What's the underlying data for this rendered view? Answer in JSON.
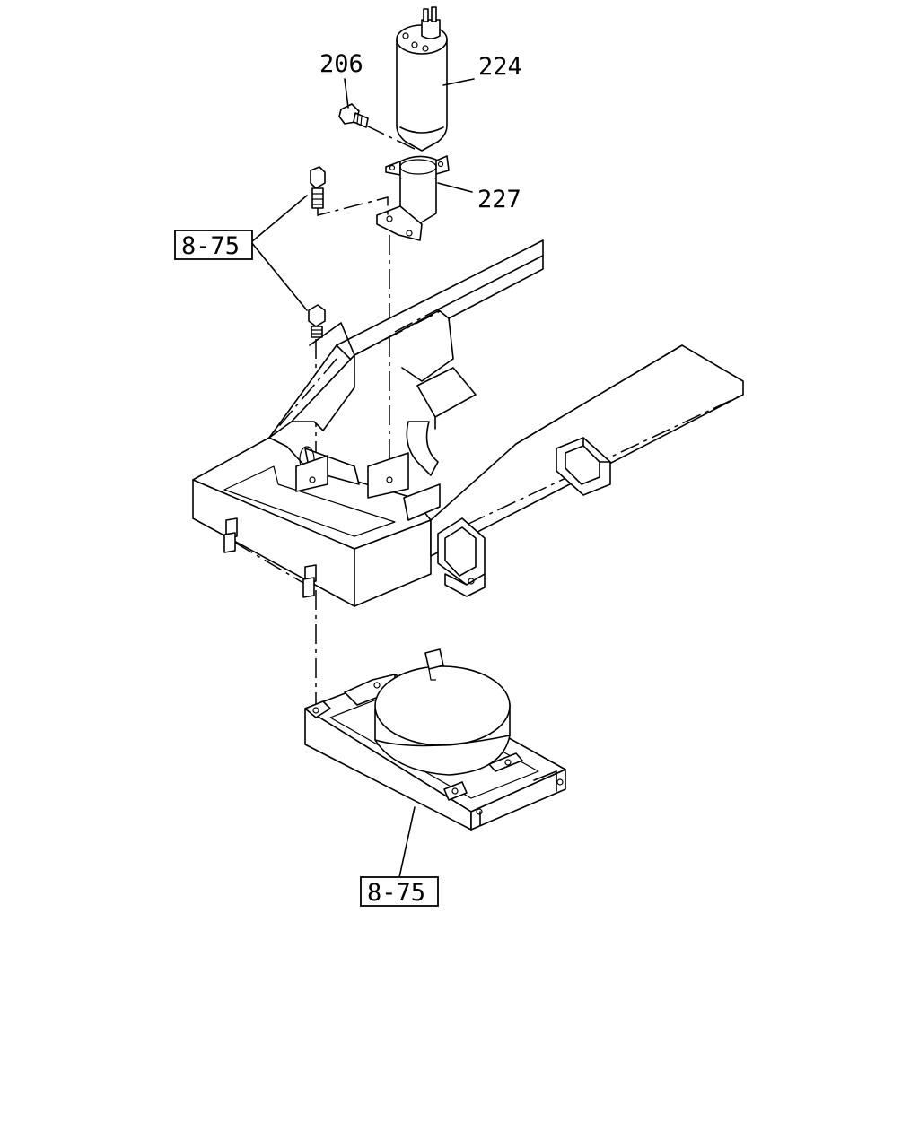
{
  "callouts": {
    "part_206": "206",
    "part_224": "224",
    "part_227": "227",
    "ref_top": "8-75",
    "ref_bottom": "8-75"
  }
}
